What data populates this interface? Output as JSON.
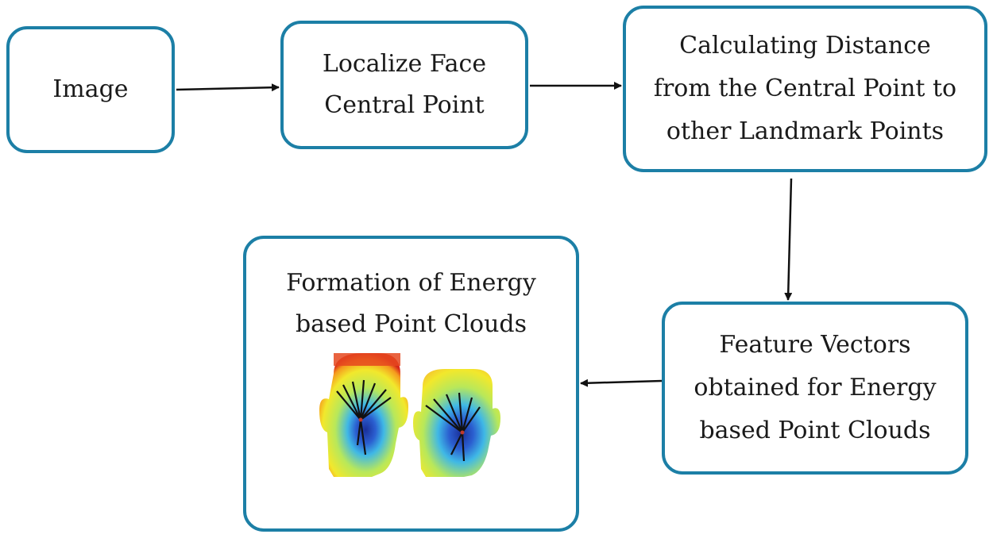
{
  "nodes": {
    "image": "Image",
    "localize": [
      "Localize Face",
      "Central Point"
    ],
    "calc": [
      "Calculating Distance",
      "from the Central Point to",
      "other Landmark Points"
    ],
    "feature": [
      "Feature Vectors",
      "obtained for Energy",
      "based Point Clouds"
    ],
    "formation": [
      "Formation of Energy",
      "based Point Clouds"
    ]
  },
  "colors": {
    "border": "#1c7fa6",
    "arrow": "#111111"
  },
  "icons": [
    "face-energy-heatmap-icon"
  ]
}
